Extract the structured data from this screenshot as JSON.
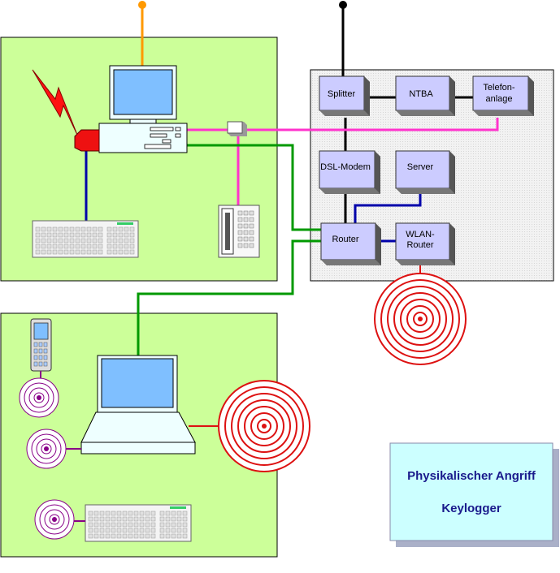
{
  "boxes": {
    "splitter": "Splitter",
    "ntba": "NTBA",
    "telefon_line1": "Telefon-",
    "telefon_line2": "anlage",
    "dsl_modem": "DSL-Modem",
    "server": "Server",
    "router": "Router",
    "wlan_line1": "WLAN-",
    "wlan_line2": "Router"
  },
  "info": {
    "title": "Physikalischer Angriff",
    "subtitle": "Keylogger"
  },
  "colors": {
    "zone_green": "#ccff99",
    "network_panel": "#efefef",
    "box_face": "#ccccff",
    "line_magenta": "#ff33cc",
    "line_green": "#009900",
    "line_blue": "#0000aa",
    "line_black": "#000000",
    "line_orange": "#ff9900",
    "radio_red": "#dd1111",
    "radio_purple": "#880088",
    "info_box": "#ccffff",
    "info_text": "#1a1a8c"
  }
}
